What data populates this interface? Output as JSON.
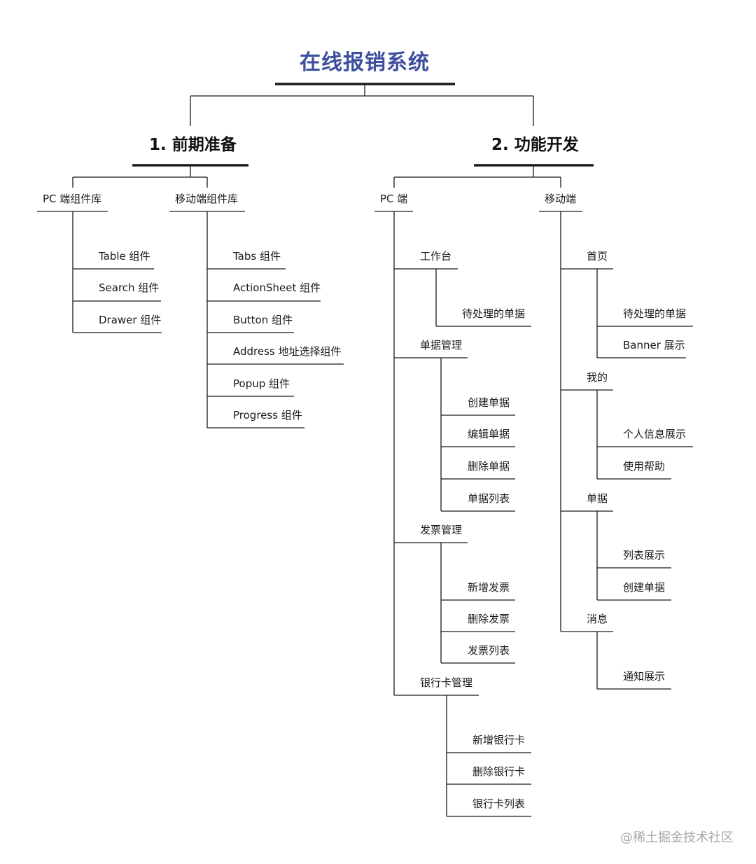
{
  "title": "在线报销系统",
  "colors": {
    "title": "#3d4f9e",
    "line": "#1a1a1a"
  },
  "sections": [
    {
      "label": "1. 前期准备",
      "groups": [
        {
          "label": "PC 端组件库",
          "items": [
            "Table 组件",
            "Search 组件",
            "Drawer 组件"
          ]
        },
        {
          "label": "移动端组件库",
          "items": [
            "Tabs 组件",
            "ActionSheet 组件",
            "Button 组件",
            "Address 地址选择组件",
            "Popup 组件",
            "Progress 组件"
          ]
        }
      ]
    },
    {
      "label": "2. 功能开发",
      "groups": [
        {
          "label": "PC 端",
          "modules": [
            {
              "label": "工作台",
              "items": [
                "待处理的单据"
              ]
            },
            {
              "label": "单据管理",
              "items": [
                "创建单据",
                "编辑单据",
                "删除单据",
                "单据列表"
              ]
            },
            {
              "label": "发票管理",
              "items": [
                "新增发票",
                "删除发票",
                "发票列表"
              ]
            },
            {
              "label": "银行卡管理",
              "items": [
                "新增银行卡",
                "删除银行卡",
                "银行卡列表"
              ]
            }
          ]
        },
        {
          "label": "移动端",
          "modules": [
            {
              "label": "首页",
              "items": [
                "待处理的单据",
                "Banner 展示"
              ]
            },
            {
              "label": "我的",
              "items": [
                "个人信息展示",
                "使用帮助"
              ]
            },
            {
              "label": "单据",
              "items": [
                "列表展示",
                "创建单据"
              ]
            },
            {
              "label": "消息",
              "items": [
                "通知展示"
              ]
            }
          ]
        }
      ]
    }
  ],
  "watermark": "@稀土掘金技术社区"
}
